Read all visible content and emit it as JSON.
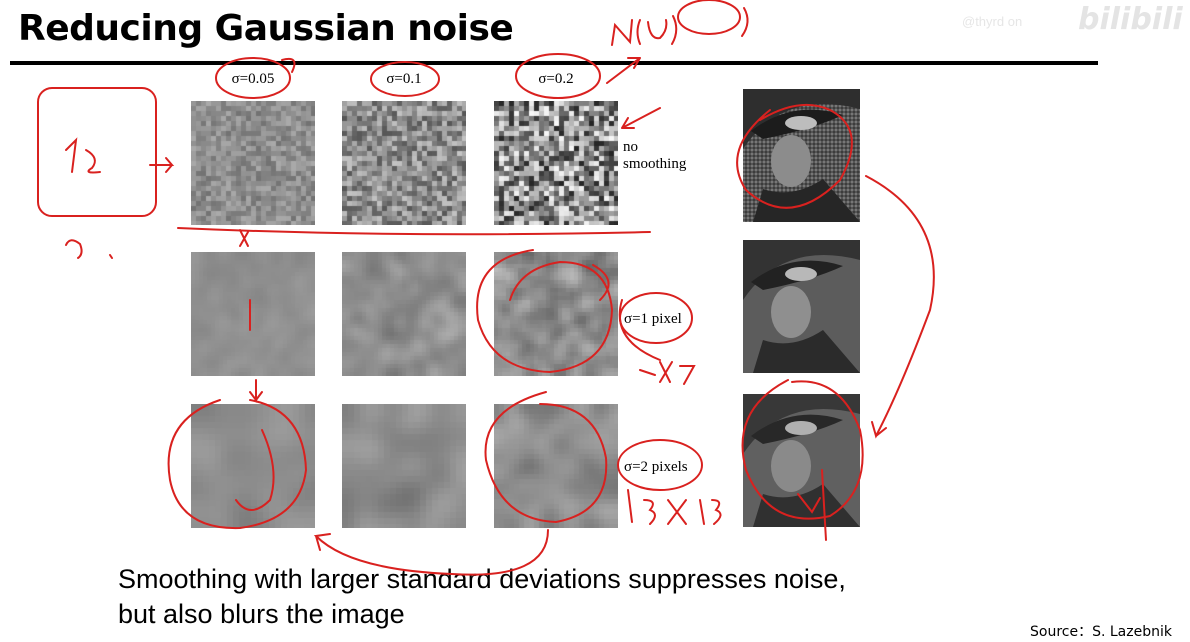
{
  "slide": {
    "title": "Reducing Gaussian noise",
    "watermark": "bilibili",
    "watermark_small": "@thyrd on",
    "columns": [
      "σ=0.05",
      "σ=0.1",
      "σ=0.2"
    ],
    "rows": [
      "no\nsmoothing",
      "σ=1 pixel",
      "σ=2 pixels"
    ],
    "caption_line1": "Smoothing with larger standard deviations suppresses noise,",
    "caption_line2": "but also blurs the image",
    "source": "Source：S. Lazebnik"
  },
  "annotations": {
    "noise_model": "N(U,σ)",
    "kernel_small": "7x7",
    "kernel_large": "13x13",
    "margin_mark": "ta"
  },
  "colors": {
    "ink": "#d9211f",
    "text": "#000000",
    "tile_gray": "#8e8e8e"
  }
}
